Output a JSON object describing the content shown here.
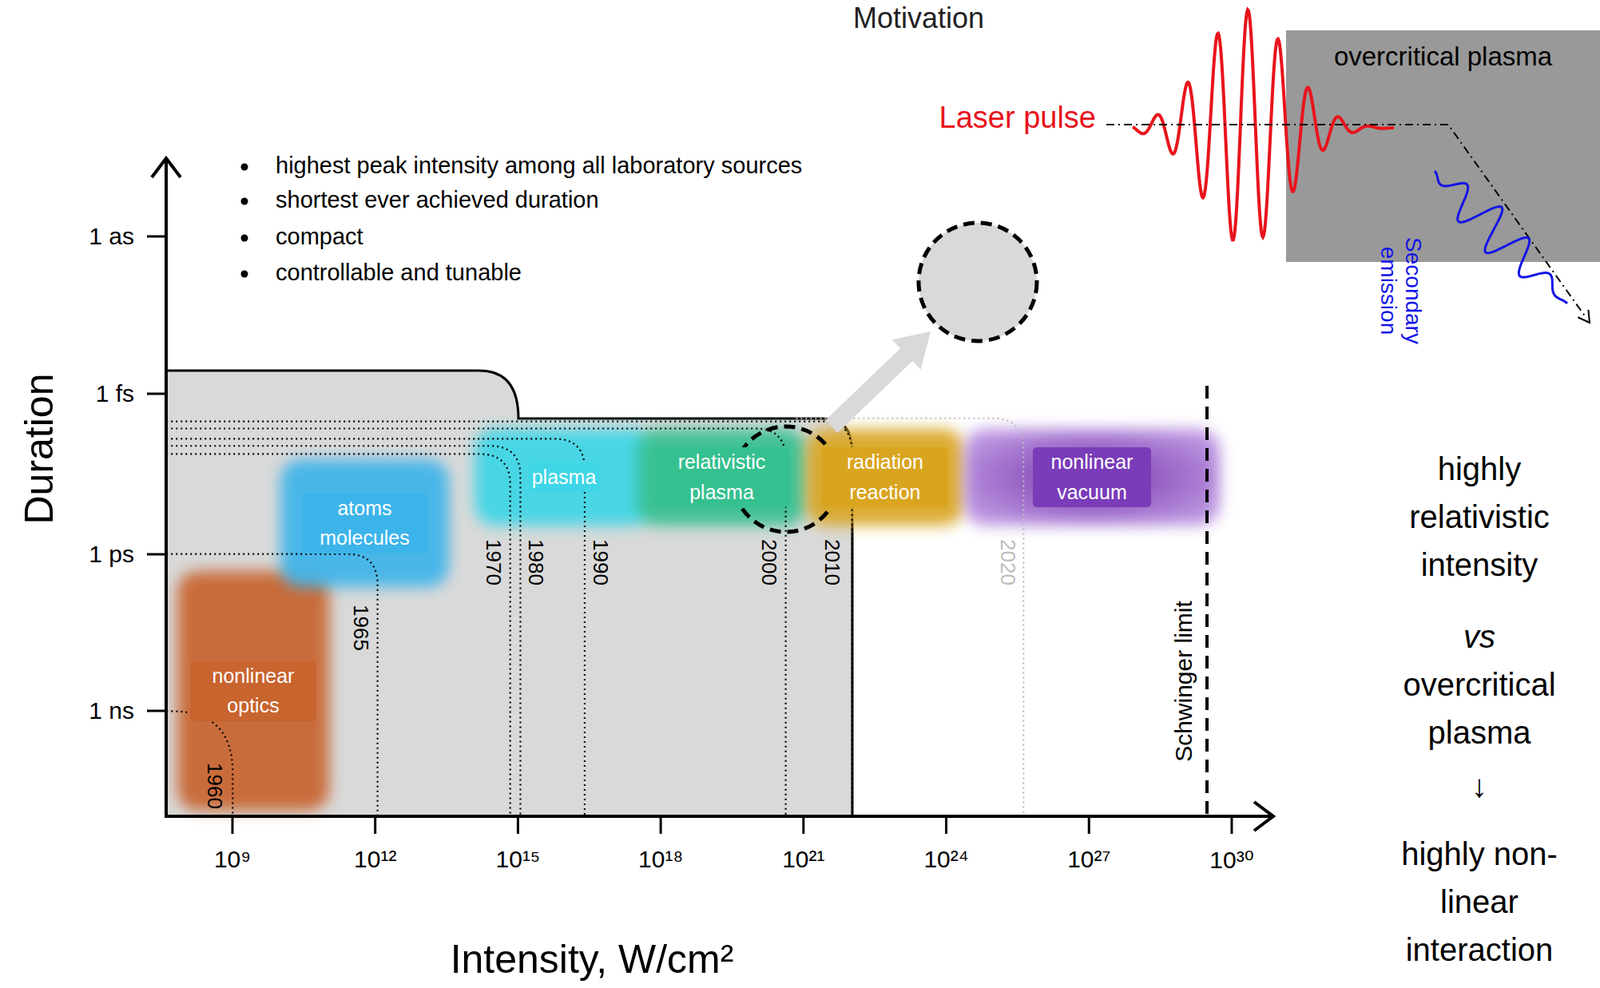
{
  "diagram": {
    "title": "Motivation",
    "nodes": [
      {
        "text": [
          "nonlinear optics"
        ]
      },
      {
        "text": [
          "atoms molecules"
        ]
      },
      {
        "text": [
          "plasma"
        ]
      },
      {
        "text": [
          "relativistic plasma"
        ]
      },
      {
        "text": [
          "radiation reaction"
        ]
      },
      {
        "text": [
          "nonlinear vacuum"
        ]
      },
      {
        "text": [
          "overcritical plasma"
        ]
      }
    ],
    "labels": [
      "highest peak intensity among all laboratory sources",
      "shortest ever achieved duration",
      "compact",
      "controllable and tunable",
      "Laser pulse",
      "Secondary emission",
      "Duration",
      "1 as",
      "1 fs",
      "1 ps",
      "1 ns",
      "1960",
      "1965",
      "1970",
      "1980",
      "1990",
      "2000",
      "2010",
      "2020",
      "Schwinger limit",
      "10⁹",
      "10¹²",
      "10¹⁵",
      "10¹⁸",
      "10²¹",
      "10²⁴",
      "10²⁷",
      "10³⁰",
      "Intensity, W/cm²",
      "highly relativistic intensity",
      "vs",
      "overcritical plasma",
      "↓",
      "highly non-linear interaction"
    ]
  }
}
